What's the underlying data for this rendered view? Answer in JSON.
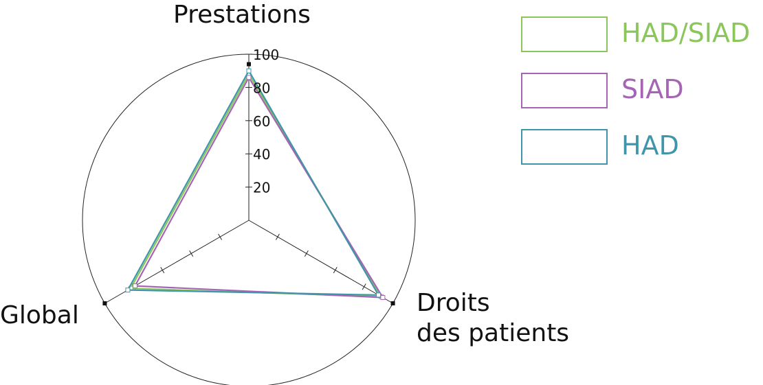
{
  "chart_data": {
    "type": "radar",
    "axes": [
      "Prestations",
      "Droits des patients",
      "Global"
    ],
    "axis_labels": {
      "prestations": "Prestations",
      "droits_line1": "Droits",
      "droits_line2": "des patients",
      "global": "Global"
    },
    "ticks": [
      20,
      40,
      60,
      80,
      100
    ],
    "tick_labels": [
      "20",
      "40",
      "60",
      "80",
      "100"
    ],
    "range": [
      0,
      100
    ],
    "series": [
      {
        "name": "HAD/SIAD",
        "color": "#8ac65b",
        "values": [
          88,
          92,
          82
        ]
      },
      {
        "name": "SIAD",
        "color": "#a664b5",
        "values": [
          86,
          93,
          79
        ]
      },
      {
        "name": "HAD",
        "color": "#3f96ab",
        "values": [
          90,
          90,
          84
        ]
      }
    ]
  }
}
